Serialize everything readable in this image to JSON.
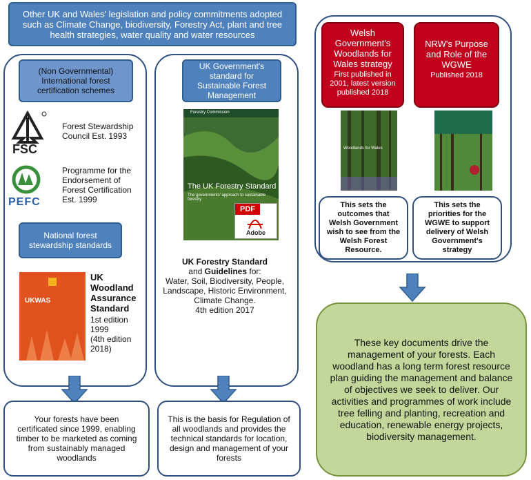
{
  "top_banner": "Other UK and Wales' legislation and policy commitments adopted such as Climate Change, biodiversity, Forestry Act, plant and tree health strategies, water quality and water resources",
  "col1": {
    "header": "(Non Governmental) International forest certification schemes",
    "fsc_logo_text": "FSC",
    "fsc_desc": "Forest Stewardship Council Est. 1993",
    "pefc_logo_text": "PEFC",
    "pefc_desc": "Programme for the Endorsement of Forest Certification Est. 1999",
    "national_header": "National forest stewardship standards",
    "ukwas_cover_text": "UKWAS",
    "ukwas_title": "UK Woodland Assurance Standard",
    "ukwas_ed1": "1st edition 1999",
    "ukwas_ed4": "(4th edition 2018)",
    "bottom": "Your forests have been certificated since 1999, enabling timber to be marketed as coming from sustainably managed woodlands"
  },
  "col2": {
    "header": "UK Government's standard for Sustainable Forest Management",
    "cover_title": "The UK Forestry Standard",
    "cover_publisher": "Forestry Commission",
    "cover_subtitle": "The governments' approach to sustainable forestry",
    "pdf_label": "PDF",
    "adobe_label": "Adobe",
    "desc_bold1": "UK Forestry Standard",
    "desc_and": "and",
    "desc_bold2": "Guidelines",
    "desc_for": " for:",
    "desc_list": "Water, Soil, Biodiversity, People, Landscape, Historic Environment, Climate Change.",
    "desc_edition": "4th edition 2017",
    "bottom": "This is the basis for Regulation of all woodlands and provides the technical standards for location, design and management of your forests"
  },
  "col3": {
    "welsh_title": "Welsh Government's Woodlands for Wales strategy",
    "welsh_pub": "First published in 2001, latest version published 2018",
    "welsh_cover_text": "Woodlands for Wales",
    "nrw_title": "NRW's Purpose and Role of the WGWE",
    "nrw_pub": "Published 2018",
    "welsh_outcome": "This sets the outcomes that Welsh Government wish to see from the Welsh Forest Resource.",
    "nrw_outcome": "This sets the priorities for the WGWE to support delivery of Welsh Government's strategy",
    "green_text": "These key documents drive the management of your forests. Each woodland has a long term forest resource plan guiding the management and balance of objectives we seek to deliver. Our activities and programmes of work include tree felling and planting, recreation and education, renewable energy projects, biodiversity management."
  },
  "colors": {
    "blue": "#4f81bd",
    "red": "#c0001c",
    "green": "#c4d79b",
    "outline": "#2f4f7f"
  }
}
